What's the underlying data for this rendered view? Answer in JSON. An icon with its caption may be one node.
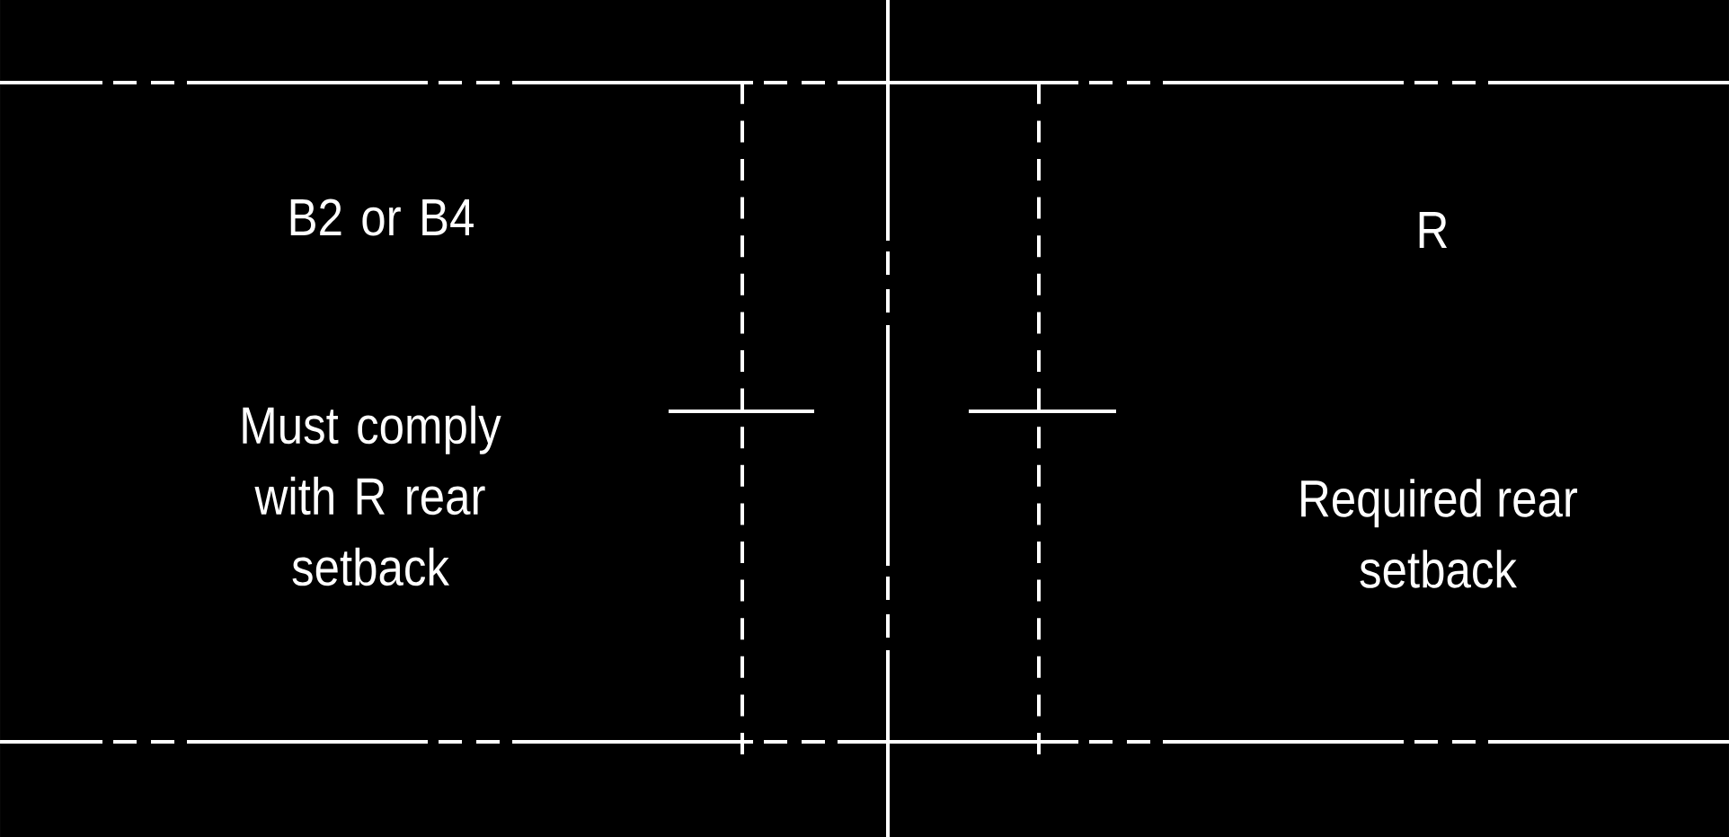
{
  "diagram": {
    "labels": [
      "B2 or B4",
      "Must comply with R rear setback",
      "R",
      "Required rear setback"
    ]
  }
}
